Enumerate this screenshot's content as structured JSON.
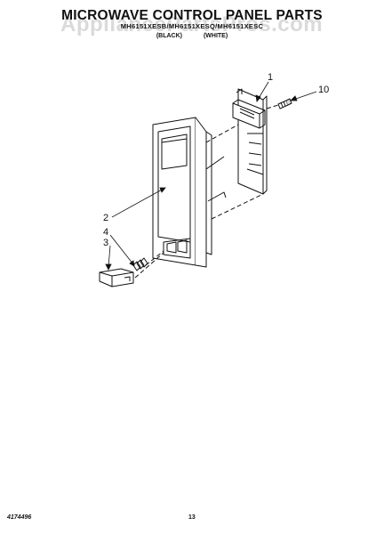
{
  "header": {
    "title": "MICROWAVE CONTROL PANEL PARTS",
    "subtitle": "MH6151XESB/MH6151XESQ/MH6151XESC",
    "variant_left": "(BLACK)",
    "variant_right": "(WHITE)"
  },
  "watermark": "AppliancePartsPros.com",
  "callouts": [
    "1",
    "10",
    "2",
    "4",
    "3"
  ],
  "footer": {
    "doc_number": "4174496",
    "page_number": "13"
  },
  "colors": {
    "line": "#111111",
    "paper": "#ffffff"
  }
}
